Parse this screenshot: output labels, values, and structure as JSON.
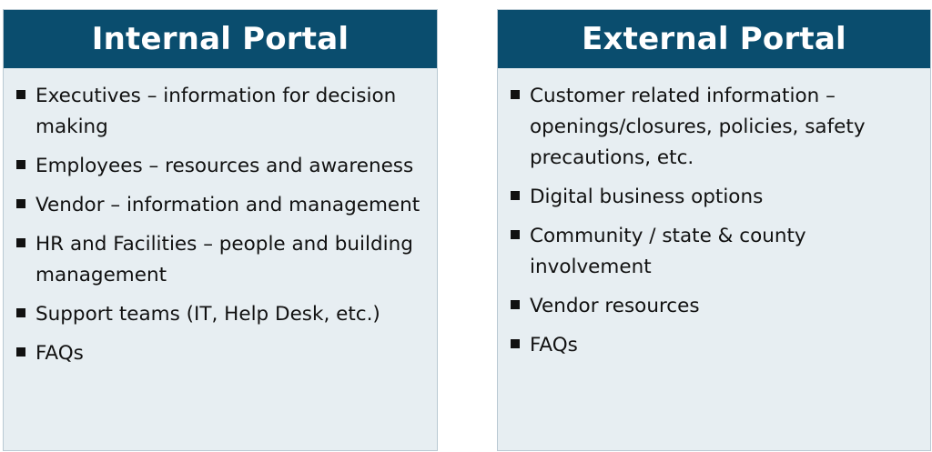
{
  "internal": {
    "title": "Internal Portal",
    "items": [
      "Executives – information for decision making",
      "Employees – resources and awareness",
      "Vendor – information and management",
      "HR and Facilities – people and building management",
      "Support teams (IT, Help Desk, etc.)",
      "FAQs"
    ]
  },
  "external": {
    "title": "External Portal",
    "items": [
      "Customer related information – openings/closures, policies, safety precautions, etc.",
      "Digital business options",
      "Community / state & county involvement",
      "Vendor resources",
      "FAQs"
    ]
  },
  "colors": {
    "header_bg": "#0a4d6e",
    "panel_bg": "#e7eef2",
    "panel_border": "#b9c9d3",
    "text": "#111111"
  }
}
